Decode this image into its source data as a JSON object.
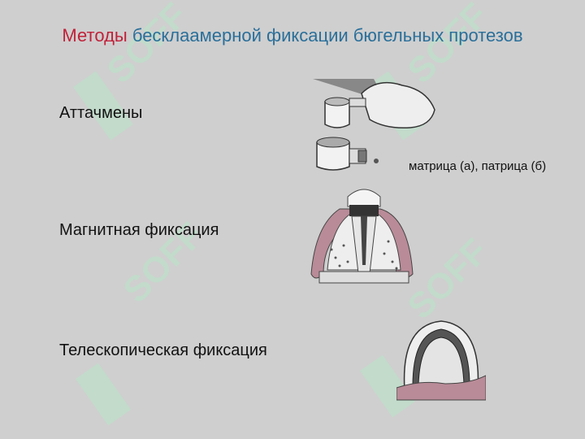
{
  "slide": {
    "title_accent": "Методы",
    "title_rest": " бесклаамерной фиксации бюгельных протезов",
    "methods": [
      {
        "label": "Аттачмены"
      },
      {
        "label": "Магнитная фиксация"
      },
      {
        "label": "Телескопическая фиксация"
      }
    ],
    "attachment_caption": "матрица (а), патрица (б)"
  },
  "watermark": {
    "text": "SOFF",
    "color": "#b9e6c9"
  },
  "colors": {
    "background": "#cfcfcf",
    "title_blue": "#2a6f9a",
    "title_red": "#c0223a",
    "gum": "#b98b98"
  }
}
